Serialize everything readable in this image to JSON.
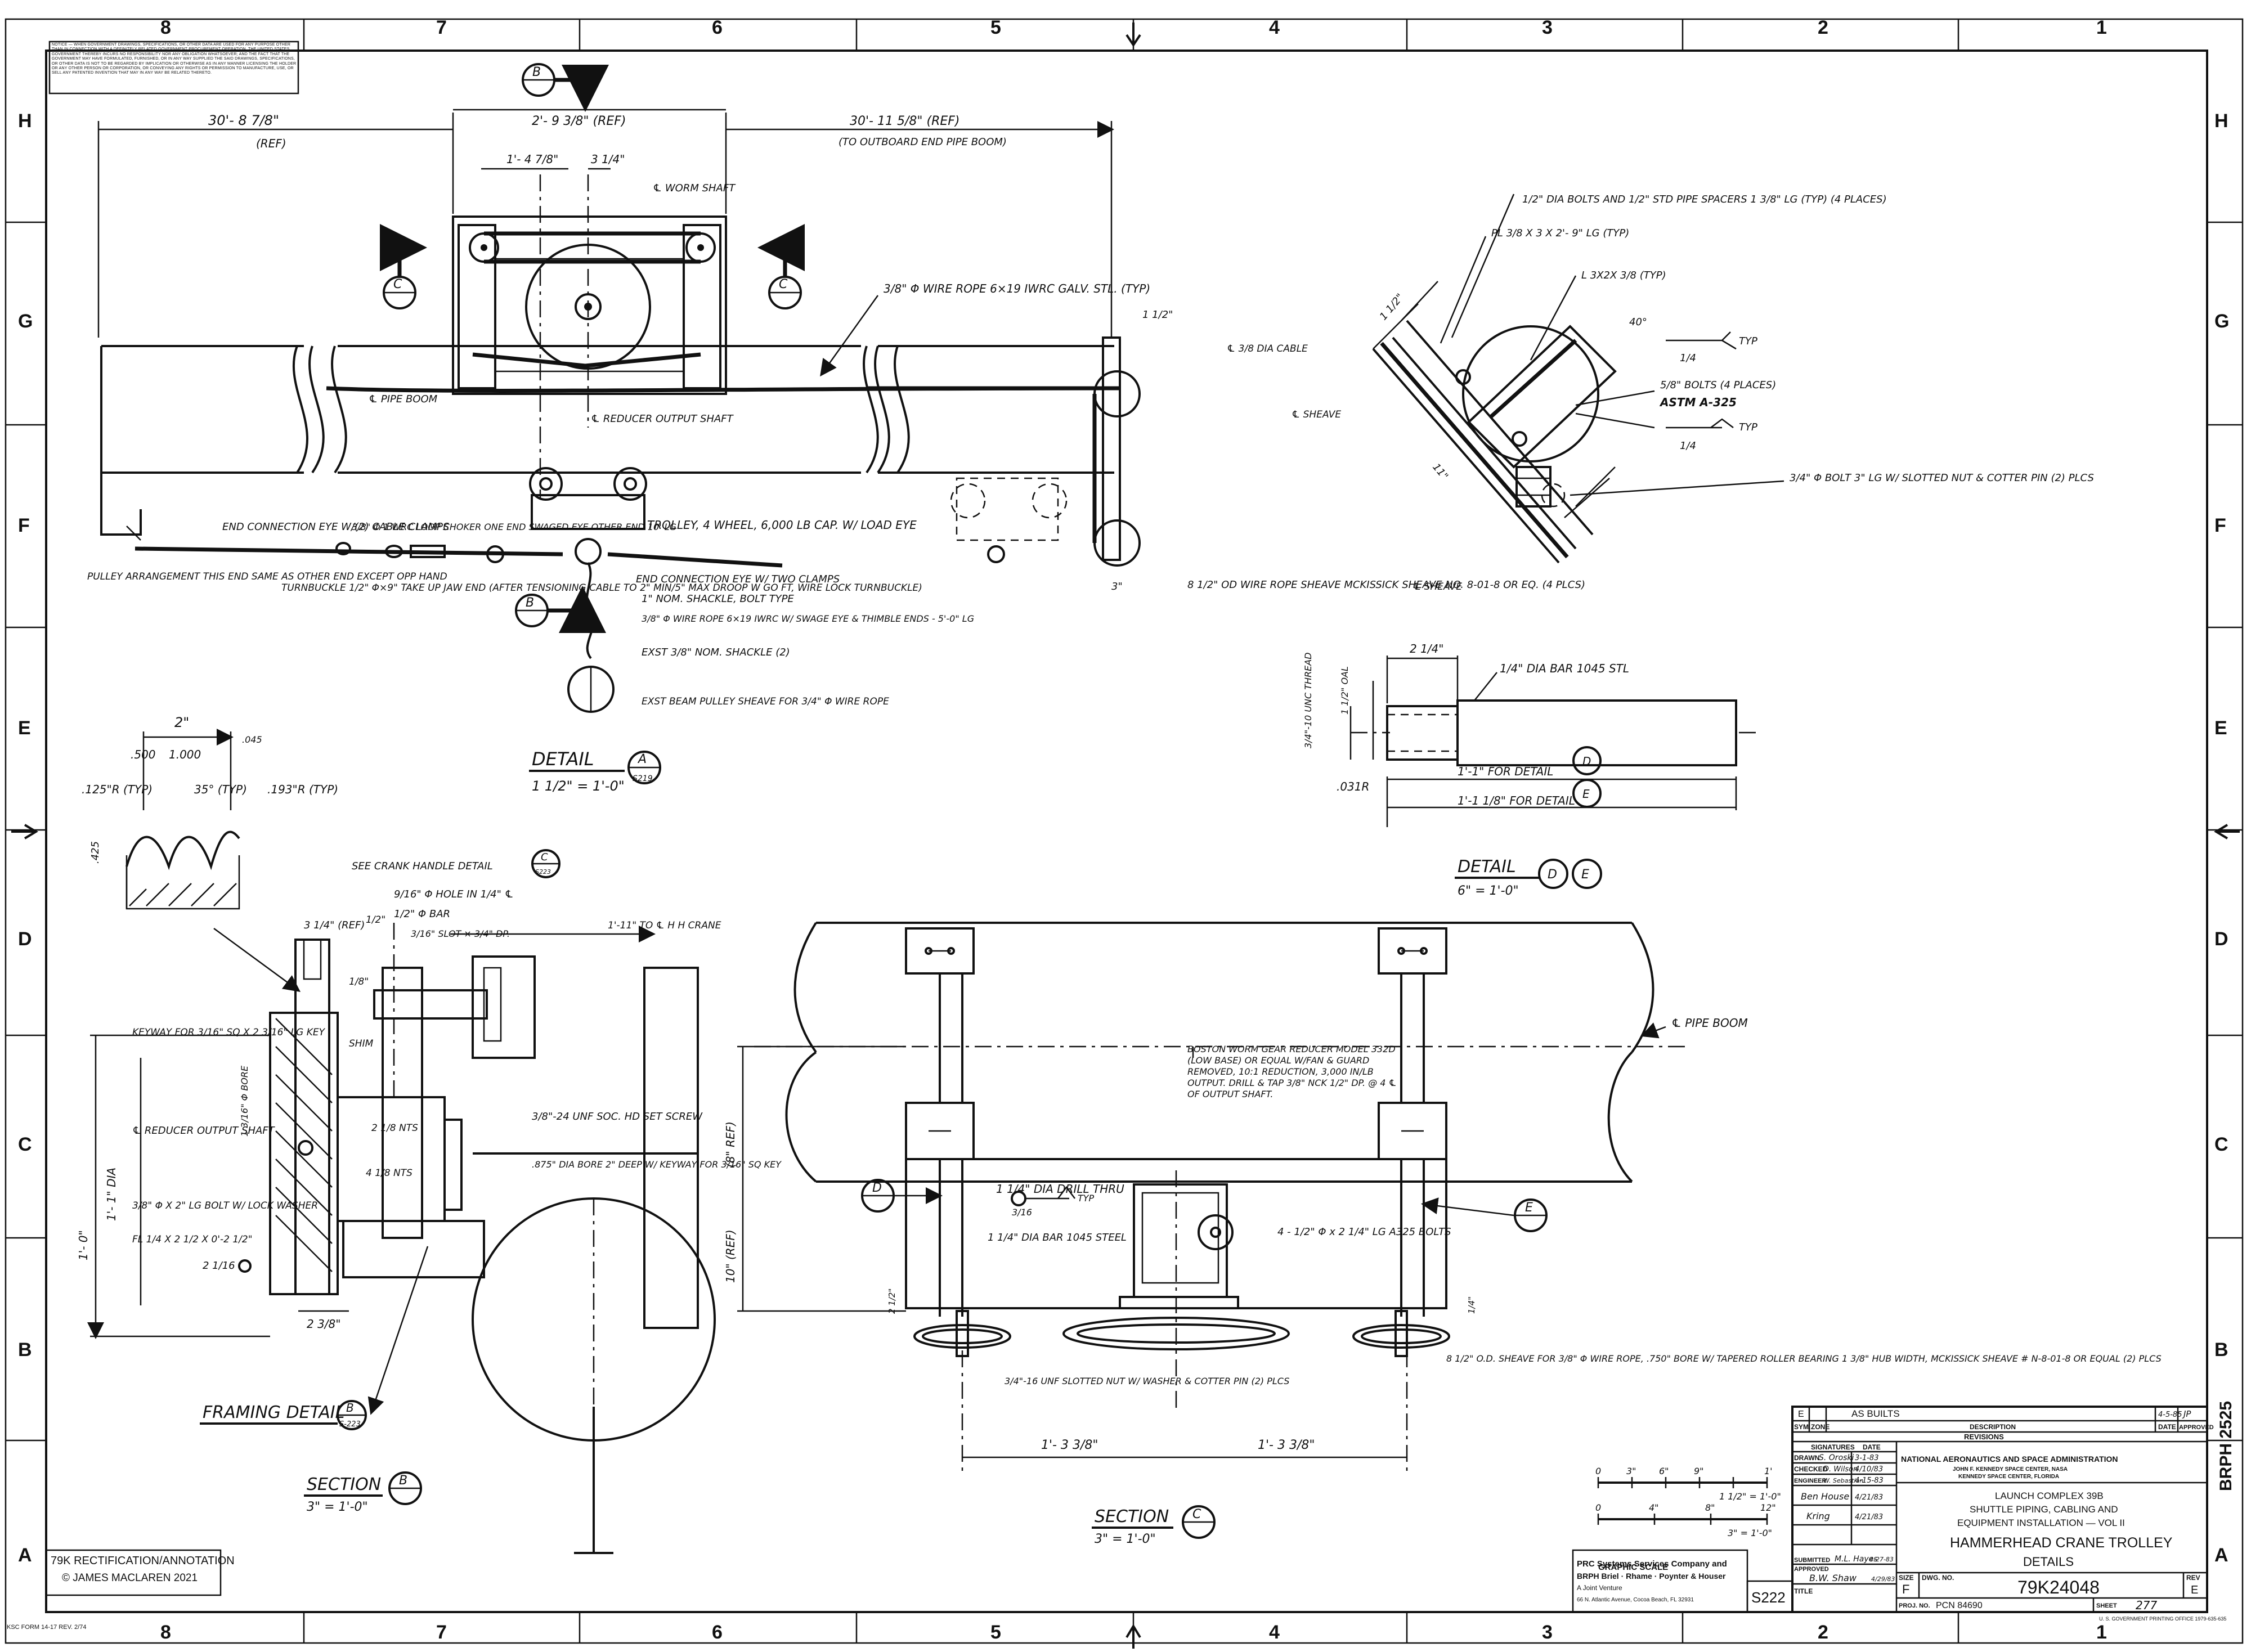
{
  "zones": {
    "columns": [
      "8",
      "7",
      "6",
      "5",
      "4",
      "3",
      "2",
      "1"
    ],
    "rows": [
      "H",
      "G",
      "F",
      "E",
      "D",
      "C",
      "B",
      "A"
    ]
  },
  "notice": "NOTICE — WHEN GOVERNMENT DRAWINGS, SPECIFICATIONS, OR OTHER DATA ARE USED FOR ANY PURPOSE OTHER THAN IN CONNECTION WITH A DEFINITELY RELATED GOVERNMENT PROCUREMENT OPERATION, THE UNITED STATES GOVERNMENT THEREBY INCURS NO RESPONSIBILITY NOR ANY OBLIGATION WHATSOEVER; AND THE FACT THAT THE GOVERNMENT MAY HAVE FORMULATED, FURNISHED, OR IN ANY WAY SUPPLIED THE SAID DRAWINGS, SPECIFICATIONS, OR OTHER DATA IS NOT TO BE REGARDED BY IMPLICATION OR OTHERWISE AS IN ANY MANNER LICENSING THE HOLDER OR ANY OTHER PERSON OR CORPORATION, OR CONVEYING ANY RIGHTS OR PERMISSION TO MANUFACTURE, USE, OR SELL ANY PATENTED INVENTION THAT MAY IN ANY WAY BE RELATED THERETO.",
  "detail_a": {
    "dim_left": "30'- 8 7/8\"",
    "dim_left_ref": "(REF)",
    "dim_center": "2'- 9 3/8\" (REF)",
    "dim_right": "30'- 11 5/8\" (REF)",
    "dim_right_note": "(TO OUTBOARD END PIPE BOOM)",
    "dim_inner1": "1'- 4 7/8\"",
    "dim_inner2": "3 1/4\"",
    "dim_half": "1 1/2\"",
    "dim_3": "3\"",
    "worm_shaft": "℄ WORM SHAFT",
    "wire_rope": "3/8\" Φ WIRE ROPE 6×19 IWRC GALV. STL. (TYP)",
    "pipe_boom": "℄ PIPE BOOM",
    "reducer_shaft": "℄ REDUCER OUTPUT SHAFT",
    "trolley": "TROLLEY, 4 WHEEL, 6,000 LB CAP. W/ LOAD EYE",
    "end_conn_1": "END CONNECTION EYE W/(2) CABLE CLAMPS",
    "choker": "3/8\" Φ 1 WRC LOOP CHOKER ONE END SWAGED EYE OTHER END 10' LG",
    "pulley": "PULLEY ARRANGEMENT THIS END SAME AS OTHER END EXCEPT OPP HAND",
    "turnbuckle": "TURNBUCKLE 1/2\" Φ×9\" TAKE UP JAW END (AFTER TENSIONING CABLE TO 2\" MIN/5\" MAX DROOP W GO FT, WIRE LOCK TURNBUCKLE)",
    "end_conn_2": "END CONNECTION EYE W/ TWO CLAMPS",
    "shackle": "1\" NOM. SHACKLE, BOLT TYPE",
    "wire_rope_2": "3/8\" Φ WIRE ROPE 6×19 IWRC W/ SWAGE EYE & THIMBLE ENDS - 5'-0\" LG",
    "exst_shackle": "EXST 3/8\" NOM. SHACKLE (2)",
    "exst_pulley": "EXST BEAM PULLEY SHEAVE FOR 3/4\" Φ WIRE ROPE",
    "sheave": "8 1/2\" OD WIRE ROPE SHEAVE MCKISSICK SHEAVE NO. 8-01-8 OR EQ. (4 PLCS)",
    "title": "DETAIL",
    "letter": "A",
    "sheet_ref": "S219",
    "scale": "1 1/2\" = 1'-0\""
  },
  "section_callouts": {
    "b": "B",
    "c": "C",
    "d": "D",
    "e": "E"
  },
  "groove": {
    "dim_2": "2\"",
    "dim_500": ".500",
    "dim_1000": "1.000",
    "dim_045": ".045",
    "r_125": ".125\"R (TYP)",
    "angle": "35° (TYP)",
    "r_193": ".193\"R (TYP)",
    "dim_425": ".425"
  },
  "bracket": {
    "bolts": "1/2\" DIA BOLTS AND 1/2\" STD PIPE SPACERS 1 3/8\" LG (TYP) (4 PLACES)",
    "plate": "PL 3/8 X 3 X 2'- 9\" LG (TYP)",
    "angle": "L 3X2X 3/8 (TYP)",
    "cable": "℄ 3/8 DIA CABLE",
    "sheave_a": "℄ SHEAVE",
    "bolts_b": "5/8\" BOLTS (4 PLACES)",
    "astm": "ASTM A-325",
    "bolt_slot": "3/4\" Φ BOLT 3\" LG W/ SLOTTED NUT & COTTER PIN (2) PLCS",
    "sheave_b": "℄ SHEAVE",
    "angle_40": "40°",
    "weld": "1/4",
    "typ": "TYP",
    "dim_1_1_2": "1 1/2\"",
    "dim_11": "11\""
  },
  "detail_de": {
    "dim_2_1_4": "2 1/4\"",
    "thread": "3/4\"-10 UNC THREAD",
    "dim_1_1_2": "1 1/2\" OAL",
    "bar": "1/4\" DIA BAR 1045 STL",
    "r031": ".031R",
    "d_len": "1'-1\" FOR DETAIL",
    "e_len": "1'-1 1/8\" FOR DETAIL",
    "title": "DETAIL",
    "scale": "6\" = 1'-0\""
  },
  "section_b": {
    "crank": "SEE CRANK HANDLE DETAIL",
    "crank_sheet": "S223",
    "hole": "9/16\" Φ HOLE IN 1/4\" ℄",
    "bar": "1/2\" Φ BAR",
    "slot": "3/16\" SLOT × 3/4\" DP.",
    "dim_3_1_4": "3 1/4\" (REF)",
    "dim_1_2": "1/2\"",
    "dim_1_8": "1/8\"",
    "shim": "SHIM",
    "keyway": "KEYWAY FOR 3/16\" SQ X 2 3/16\" LG KEY",
    "reducer": "℄ REDUCER OUTPUT SHAFT",
    "bore": "1 3/16\" Φ BORE",
    "bolt": "3/8\" Φ X 2\" LG BOLT W/ LOCK WASHER",
    "flat": "FL 1/4 X 2 1/2 X 0'-2 1/2\"",
    "dia": "1'- 1\" DIA",
    "dim_10": "1'- 0\"",
    "dim_2_3_8": "2 3/8\"",
    "dim_2_1_16": "2 1/16",
    "set_screw": "3/8\"-24 UNF SOC. HD SET SCREW",
    "bore_2": ".875\" DIA BORE 2\" DEEP W/ KEYWAY FOR 3/16\" SQ KEY",
    "nuts_a": "2 1/8 NTS",
    "nuts_b": "4 1/8 NTS",
    "to_crane": "1'-11\" TO ℄ H H CRANE",
    "framing": "FRAMING DETAIL",
    "framing_sheet": "S-223",
    "title": "SECTION",
    "scale": "3\" = 1'-0\""
  },
  "section_c": {
    "pipe_boom": "℄ PIPE BOOM",
    "reducer_note": "BOSTON WORM GEAR REDUCER MODEL 332D (LOW BASE) OR EQUAL W/FAN & GUARD REMOVED, 10:1 REDUCTION, 3,000 IN/LB OUTPUT. DRILL & TAP 3/8\" NCK 1/2\" DP. @ 4 ℄ OF OUTPUT SHAFT.",
    "drill": "1 1/4\" DIA DRILL THRU",
    "dim_8": "(8\" REF)",
    "dim_10": "10\" (REF)",
    "weld": "3/16",
    "typ": "TYP",
    "bar": "1 1/4\" DIA BAR 1045 STEEL",
    "bolts": "4 - 1/2\" Φ x 2 1/4\" LG A325 BOLTS",
    "dim_2_1_2": "2 1/2\"",
    "dim_1_4": "1/4\"",
    "nut": "3/4\"-16 UNF SLOTTED NUT W/ WASHER & COTTER PIN (2) PLCS",
    "sheave": "8 1/2\" O.D. SHEAVE FOR 3/8\" Φ WIRE ROPE, .750\" BORE W/ TAPERED ROLLER BEARING 1 3/8\" HUB WIDTH, MCKISSICK SHEAVE # N-8-01-8 OR EQUAL (2) PLCS",
    "span_left": "1'- 3 3/8\"",
    "span_right": "1'- 3 3/8\"",
    "title": "SECTION",
    "scale": "3\" = 1'-0\""
  },
  "graphic_scale": {
    "title": "GRAPHIC SCALE",
    "top_labels": [
      "0",
      "3\"",
      "6\"",
      "9\"",
      "1'"
    ],
    "bottom_labels": [
      "0",
      "4\"",
      "8\"",
      "12\""
    ],
    "top_scale": "1 1/2\" = 1'-0\"",
    "bottom_scale": "3\" = 1'-0\""
  },
  "title_block": {
    "rev_letter": "E",
    "rev_desc": "AS BUILTS",
    "rev_date": "4-5-85",
    "rev_appr": "JP",
    "hdr_sym": "SYM.",
    "hdr_zone": "ZONE",
    "hdr_desc": "DESCRIPTION",
    "hdr_date": "DATE",
    "hdr_appr": "APPROVED",
    "revisions": "REVISIONS",
    "signatures": "SIGNATURES",
    "date_hdr": "DATE",
    "drawn": "DRAWN",
    "drawn_sig": "S. Oroski",
    "drawn_date": "3-1-83",
    "checked": "CHECKED",
    "checked_sig": "D. Wilson",
    "checked_date": "4/10/83",
    "engineer": "ENGINEER",
    "engineer_sig": "W. Sebastian",
    "engineer_date": "4-15-83",
    "sig4": "Ben House",
    "sig4_date": "4/21/83",
    "sig5": "Kring",
    "sig5_date": "4/21/83",
    "submitted": "SUBMITTED",
    "submitted_sig": "M.L. Hayes",
    "submitted_date": "4-27-83",
    "approved": "APPROVED",
    "approved_sig": "B.W. Shaw",
    "approved_date": "4/29/83",
    "agency": "NATIONAL AERONAUTICS AND SPACE ADMINISTRATION",
    "center": "JOHN F. KENNEDY SPACE CENTER, NASA",
    "location": "KENNEDY SPACE CENTER, FLORIDA",
    "project1": "LAUNCH COMPLEX 39B",
    "project2": "SHUTTLE PIPING, CABLING AND",
    "project3": "EQUIPMENT INSTALLATION — VOL II",
    "title1": "HAMMERHEAD CRANE TROLLEY",
    "title2": "DETAILS",
    "title_lbl": "TITLE",
    "size_lbl": "SIZE",
    "size": "F",
    "dwg_lbl": "DWG. NO.",
    "dwg_no": "79K24048",
    "rev_lbl": "REV",
    "rev": "E",
    "proj_lbl": "PROJ. NO.",
    "proj_no": "PCN 84690",
    "sheet_lbl": "SHEET",
    "sheet_no": "277",
    "sheet_code": "S222",
    "gpo": "U. S. GOVERNMENT PRINTING OFFICE 1979-635-635"
  },
  "contractor": {
    "line1": "PRC Systems Services Company and",
    "line2": "BRPH Briel · Rhame · Poynter & Houser",
    "line3": "A Joint Venture",
    "line4": "66 N. Atlantic Avenue, Cocoa Beach, FL 32931"
  },
  "annotation": {
    "line1": "79K RECTIFICATION/ANNOTATION",
    "line2": "© JAMES MACLAREN 2021"
  },
  "form_no": "KSC FORM 14-17 REV. 2/74",
  "side_label": "BRPH 2525"
}
